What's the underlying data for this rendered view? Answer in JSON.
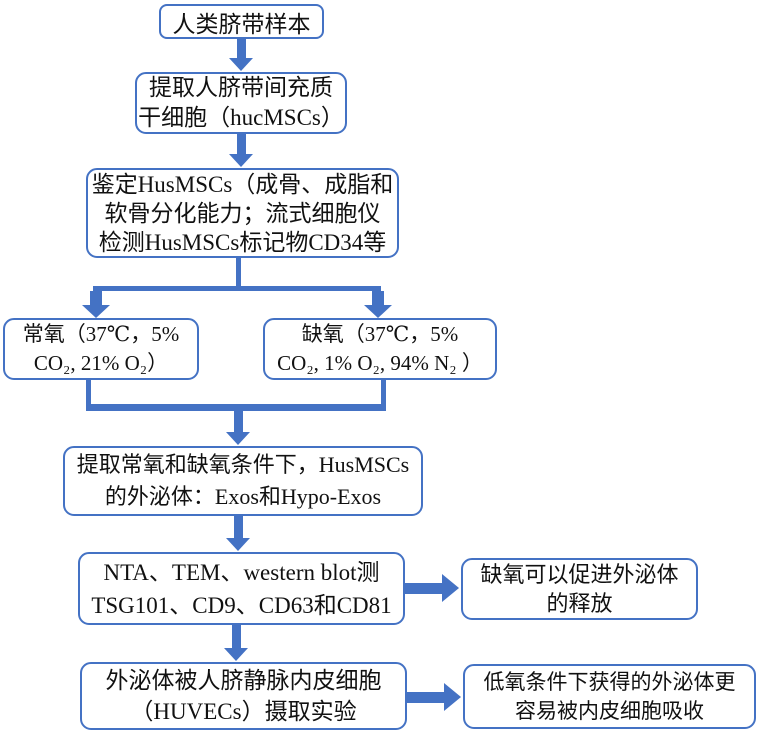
{
  "colors": {
    "accent": "#4472C4",
    "text": "#111111",
    "background": "#ffffff",
    "node_fill": "#ffffff"
  },
  "nodes": {
    "sample": {
      "label": "人类脐带样本"
    },
    "extract_mscs": {
      "label": "提取人脐带间充质\n干细胞（hucMSCs）"
    },
    "identify": {
      "label": "鉴定HusMSCs（成骨、成脂和\n软骨分化能力；流式细胞仪\n检测HusMSCs标记物CD34等"
    },
    "normoxia": {
      "label": "常氧（37℃，5%\nCO₂, 21% O₂）"
    },
    "hypoxia": {
      "label": "缺氧（37℃，5%\nCO₂, 1% O₂, 94% N₂ ）"
    },
    "extract_exosomes": {
      "label": "提取常氧和缺氧条件下，HusMSCs\n的外泌体：Exos和Hypo-Exos"
    },
    "characterization": {
      "label": "NTA、TEM、western blot测\nTSG101、CD9、CD63和CD81"
    },
    "finding_release": {
      "label": "缺氧可以促进外泌体\n的释放"
    },
    "uptake_assay": {
      "label": "外泌体被人脐静脉内皮细胞\n（HUVECs）摄取实验"
    },
    "finding_uptake": {
      "label": "低氧条件下获得的外泌体更\n容易被内皮细胞吸收"
    }
  }
}
